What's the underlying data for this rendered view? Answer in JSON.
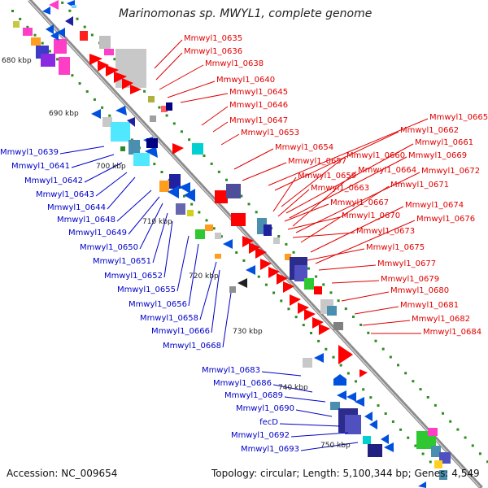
{
  "title": "Marinomonas sp. MWYL1, complete genome",
  "footer": {
    "accession": "Accession: NC_009654",
    "summary": "Topology: circular; Length: 5,100,344 bp; Genes: 4,549"
  },
  "kbp_labels": [
    "680 kbp",
    "690 kbp",
    "700 kbp",
    "710 kbp",
    "720 kbp",
    "730 kbp",
    "740 kbp",
    "750 kbp"
  ],
  "forward_gene_labels": [
    "Mmwyl1_0635",
    "Mmwyl1_0636",
    "Mmwyl1_0638",
    "Mmwyl1_0640",
    "Mmwyl1_0645",
    "Mmwyl1_0646",
    "Mmwyl1_0647",
    "Mmwyl1_0653",
    "Mmwyl1_0654",
    "Mmwyl1_0657",
    "Mmwyl1_0659",
    "Mmwyl1_0663",
    "Mmwyl1_0667",
    "Mmwyl1_0670",
    "Mmwyl1_0673",
    "Mmwyl1_0675",
    "Mmwyl1_0677",
    "Mmwyl1_0679",
    "Mmwyl1_0680",
    "Mmwyl1_0681",
    "Mmwyl1_0682",
    "Mmwyl1_0684",
    "Mmwyl1_0665",
    "Mmwyl1_0662",
    "Mmwyl1_0661",
    "Mmwyl1_0660",
    "Mmwyl1_0669",
    "Mmwyl1_0664",
    "Mmwyl1_0672",
    "Mmwyl1_0671",
    "Mmwyl1_0674",
    "Mmwyl1_0676"
  ],
  "reverse_gene_labels": [
    "Mmwyl1_0639",
    "Mmwyl1_0641",
    "Mmwyl1_0642",
    "Mmwyl1_0643",
    "Mmwyl1_0644",
    "Mmwyl1_0648",
    "Mmwyl1_0649",
    "Mmwyl1_0650",
    "Mmwyl1_0651",
    "Mmwyl1_0652",
    "Mmwyl1_0655",
    "Mmwyl1_0656",
    "Mmwyl1_0658",
    "Mmwyl1_0666",
    "Mmwyl1_0668",
    "Mmwyl1_0683",
    "Mmwyl1_0686",
    "Mmwyl1_0689",
    "Mmwyl1_0690",
    "fecD",
    "Mmwyl1_0692",
    "Mmwyl1_0693"
  ],
  "colors": {
    "forward_label": "#e00000",
    "reverse_label": "#0000c8",
    "backbone": "#8c8c8c",
    "tick": "#2e8b22"
  }
}
